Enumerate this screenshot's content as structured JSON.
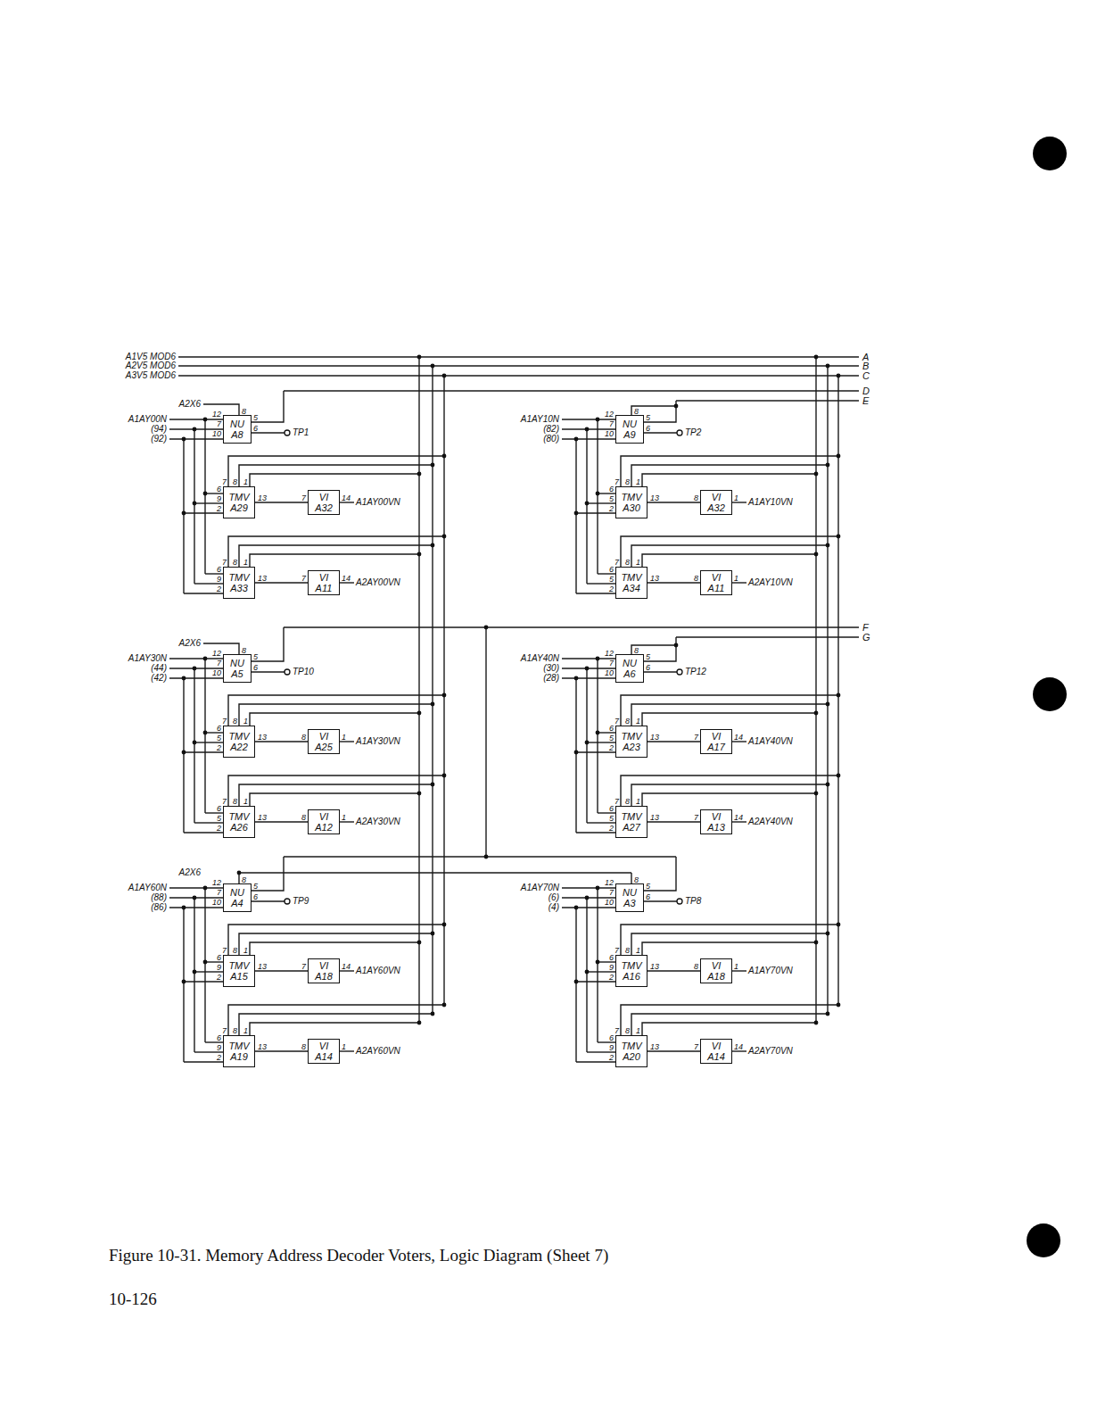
{
  "diagram": {
    "caption": "Figure 10-31. Memory Address Decoder Voters, Logic Diagram (Sheet 7)",
    "nodes": [
      {
        "text": [
          "NU",
          "A8"
        ]
      },
      {
        "text": [
          "TMV",
          "A29"
        ]
      },
      {
        "text": [
          "VI",
          "A32"
        ]
      },
      {
        "text": [
          "TMV",
          "A33"
        ]
      },
      {
        "text": [
          "VI",
          "A11"
        ]
      },
      {
        "text": [
          "NU",
          "A9"
        ]
      },
      {
        "text": [
          "TMV",
          "A30"
        ]
      },
      {
        "text": [
          "VI",
          "A32"
        ]
      },
      {
        "text": [
          "TMV",
          "A34"
        ]
      },
      {
        "text": [
          "VI",
          "A11"
        ]
      },
      {
        "text": [
          "NU",
          "A5"
        ]
      },
      {
        "text": [
          "TMV",
          "A22"
        ]
      },
      {
        "text": [
          "VI",
          "A25"
        ]
      },
      {
        "text": [
          "TMV",
          "A26"
        ]
      },
      {
        "text": [
          "VI",
          "A12"
        ]
      },
      {
        "text": [
          "NU",
          "A6"
        ]
      },
      {
        "text": [
          "TMV",
          "A23"
        ]
      },
      {
        "text": [
          "VI",
          "A17"
        ]
      },
      {
        "text": [
          "TMV",
          "A27"
        ]
      },
      {
        "text": [
          "VI",
          "A13"
        ]
      },
      {
        "text": [
          "NU",
          "A4"
        ]
      },
      {
        "text": [
          "TMV",
          "A15"
        ]
      },
      {
        "text": [
          "VI",
          "A18"
        ]
      },
      {
        "text": [
          "TMV",
          "A19"
        ]
      },
      {
        "text": [
          "VI",
          "A14"
        ]
      },
      {
        "text": [
          "NU",
          "A3"
        ]
      },
      {
        "text": [
          "TMV",
          "A16"
        ]
      },
      {
        "text": [
          "VI",
          "A18"
        ]
      },
      {
        "text": [
          "TMV",
          "A20"
        ]
      },
      {
        "text": [
          "VI",
          "A14"
        ]
      }
    ],
    "edges": [
      {
        "from": 1,
        "to": 2,
        "arrow": "none"
      },
      {
        "from": 3,
        "to": 4,
        "arrow": "none"
      },
      {
        "from": 6,
        "to": 7,
        "arrow": "none"
      },
      {
        "from": 8,
        "to": 9,
        "arrow": "none"
      },
      {
        "from": 11,
        "to": 12,
        "arrow": "none"
      },
      {
        "from": 13,
        "to": 14,
        "arrow": "none"
      },
      {
        "from": 16,
        "to": 17,
        "arrow": "none"
      },
      {
        "from": 18,
        "to": 19,
        "arrow": "none"
      },
      {
        "from": 21,
        "to": 22,
        "arrow": "none"
      },
      {
        "from": 23,
        "to": 24,
        "arrow": "none"
      },
      {
        "from": 26,
        "to": 27,
        "arrow": "none"
      },
      {
        "from": 28,
        "to": 29,
        "arrow": "none"
      }
    ],
    "labels": [
      "A1V5 MOD6",
      "A2V5 MOD6",
      "A3V5 MOD6",
      "A",
      "B",
      "C",
      "D",
      "E",
      "F",
      "G",
      "A1AY00N",
      "(94)",
      "(92)",
      "A2X6",
      "12",
      "7",
      "10",
      "8",
      "5",
      "6",
      "TP1",
      "7",
      "8",
      "1",
      "6",
      "9",
      "2",
      "13",
      "7",
      "14",
      "A1AY00VN",
      "7",
      "8",
      "1",
      "6",
      "9",
      "2",
      "13",
      "7",
      "14",
      "A2AY00VN",
      "A1AY10N",
      "(82)",
      "(80)",
      "12",
      "7",
      "10",
      "8",
      "5",
      "6",
      "TP2",
      "7",
      "8",
      "1",
      "6",
      "5",
      "2",
      "13",
      "8",
      "1",
      "A1AY10VN",
      "7",
      "8",
      "1",
      "6",
      "5",
      "2",
      "13",
      "8",
      "1",
      "A2AY10VN",
      "A1AY30N",
      "(44)",
      "(42)",
      "A2X6",
      "12",
      "7",
      "10",
      "8",
      "5",
      "6",
      "TP10",
      "7",
      "8",
      "1",
      "6",
      "5",
      "2",
      "13",
      "8",
      "1",
      "A1AY30VN",
      "7",
      "8",
      "1",
      "6",
      "5",
      "2",
      "13",
      "8",
      "1",
      "A2AY30VN",
      "A1AY40N",
      "(30)",
      "(28)",
      "12",
      "7",
      "10",
      "8",
      "5",
      "6",
      "TP12",
      "7",
      "8",
      "1",
      "6",
      "5",
      "2",
      "13",
      "7",
      "14",
      "A1AY40VN",
      "7",
      "8",
      "1",
      "6",
      "5",
      "2",
      "13",
      "7",
      "14",
      "A2AY40VN",
      "A1AY60N",
      "(88)",
      "(86)",
      "A2X6",
      "12",
      "7",
      "10",
      "8",
      "5",
      "6",
      "TP9",
      "7",
      "8",
      "1",
      "6",
      "9",
      "2",
      "13",
      "7",
      "14",
      "A1AY60VN",
      "7",
      "8",
      "1",
      "6",
      "9",
      "2",
      "13",
      "8",
      "1",
      "A2AY60VN",
      "A1AY70N",
      "(6)",
      "(4)",
      "12",
      "7",
      "10",
      "8",
      "5",
      "6",
      "TP8",
      "7",
      "8",
      "1",
      "6",
      "9",
      "2",
      "13",
      "8",
      "1",
      "A1AY70VN",
      "7",
      "8",
      "1",
      "6",
      "9",
      "2",
      "13",
      "7",
      "14",
      "A2AY70VN",
      "10-126"
    ]
  }
}
